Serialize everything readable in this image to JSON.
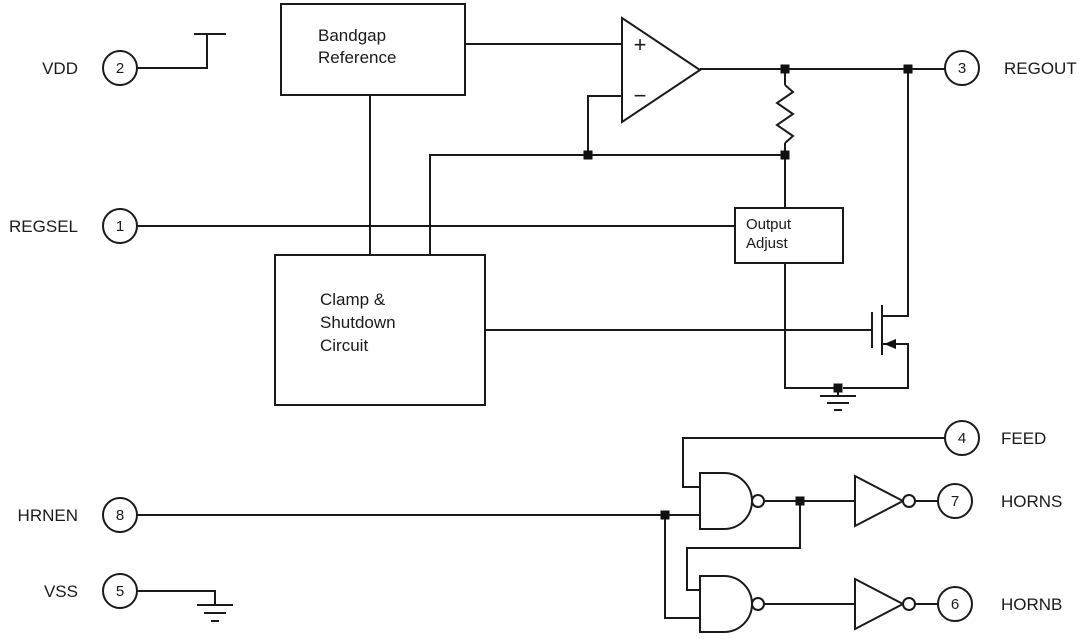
{
  "pins": {
    "vdd": {
      "label": "VDD",
      "number": "2"
    },
    "regsel": {
      "label": "REGSEL",
      "number": "1"
    },
    "hrnen": {
      "label": "HRNEN",
      "number": "8"
    },
    "vss": {
      "label": "VSS",
      "number": "5"
    },
    "regout": {
      "label": "REGOUT",
      "number": "3"
    },
    "feed": {
      "label": "FEED",
      "number": "4"
    },
    "horns": {
      "label": "HORNS",
      "number": "7"
    },
    "hornb": {
      "label": "HORNB",
      "number": "6"
    }
  },
  "blocks": {
    "bandgap": [
      "Bandgap",
      "Reference"
    ],
    "clamp": [
      "Clamp &",
      "Shutdown",
      "Circuit"
    ],
    "output_adjust": [
      "Output",
      "Adjust"
    ]
  },
  "opamp": {
    "plus": "+",
    "minus": "−"
  },
  "colors": {
    "line": "#1a1a1a",
    "bg": "#ffffff"
  }
}
